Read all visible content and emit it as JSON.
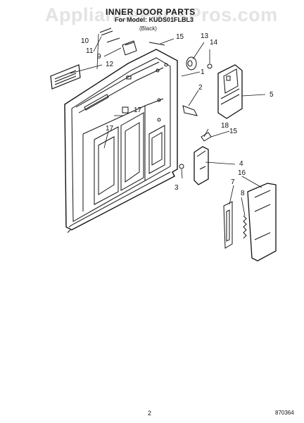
{
  "watermark": "AppliancePartsPros.com",
  "header": {
    "title": "INNER DOOR PARTS",
    "subtitle": "For Model: KUDS01FLBL3",
    "color": "(Black)"
  },
  "footer": {
    "page_number": "2",
    "doc_number": "870364"
  },
  "callouts": [
    {
      "id": "c1",
      "label": "1"
    },
    {
      "id": "c2",
      "label": "2"
    },
    {
      "id": "c3",
      "label": "3"
    },
    {
      "id": "c4",
      "label": "4"
    },
    {
      "id": "c5",
      "label": "5"
    },
    {
      "id": "c7",
      "label": "7"
    },
    {
      "id": "c8",
      "label": "8"
    },
    {
      "id": "c9",
      "label": "9"
    },
    {
      "id": "c10",
      "label": "10"
    },
    {
      "id": "c11",
      "label": "11"
    },
    {
      "id": "c12",
      "label": "12"
    },
    {
      "id": "c13",
      "label": "13"
    },
    {
      "id": "c14",
      "label": "14"
    },
    {
      "id": "c15a",
      "label": "15"
    },
    {
      "id": "c15b",
      "label": "15"
    },
    {
      "id": "c16",
      "label": "16"
    },
    {
      "id": "c17a",
      "label": "17"
    },
    {
      "id": "c17b",
      "label": "17"
    },
    {
      "id": "c18",
      "label": "18"
    }
  ]
}
